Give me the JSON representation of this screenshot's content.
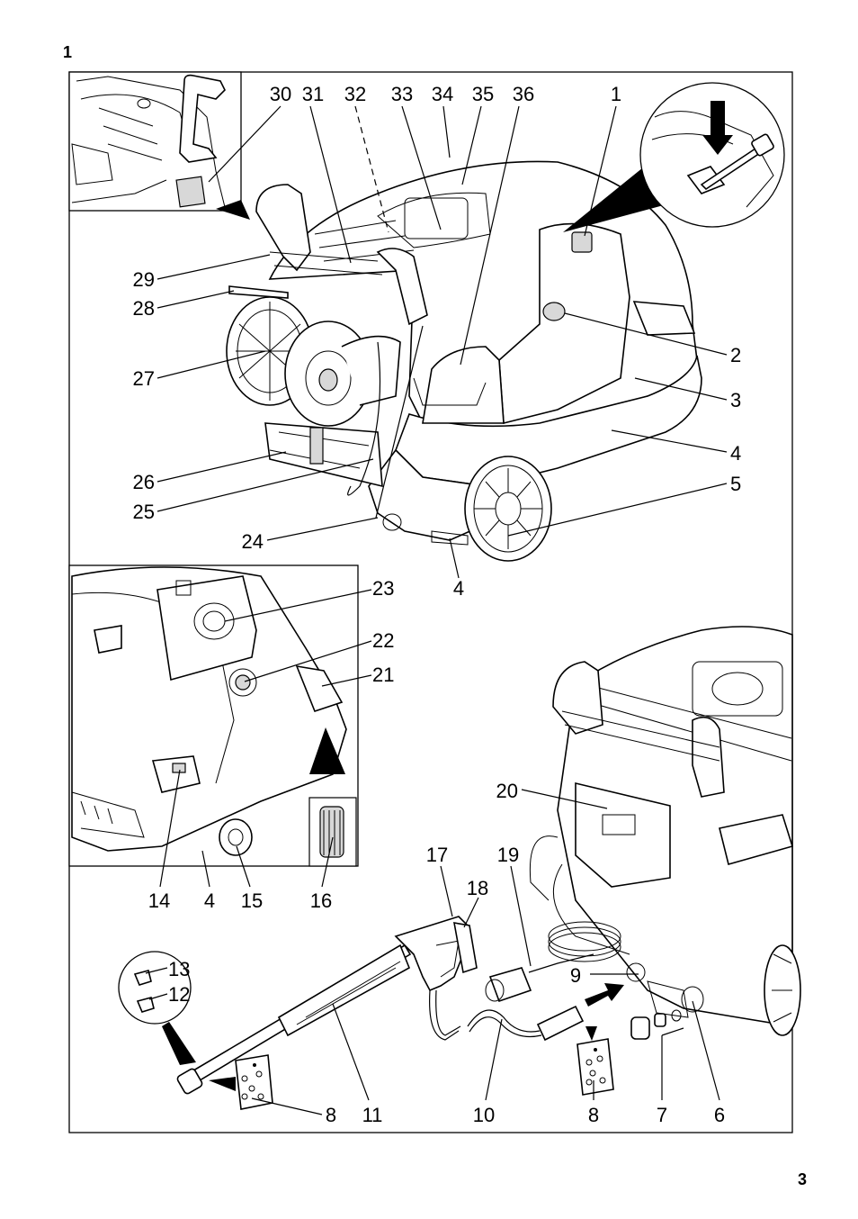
{
  "figure_number": "1",
  "page_number": "3",
  "callouts": [
    {
      "id": "c30",
      "text": "30"
    },
    {
      "id": "c31",
      "text": "31"
    },
    {
      "id": "c32",
      "text": "32"
    },
    {
      "id": "c33",
      "text": "33"
    },
    {
      "id": "c34",
      "text": "34"
    },
    {
      "id": "c35",
      "text": "35"
    },
    {
      "id": "c36",
      "text": "36"
    },
    {
      "id": "c1",
      "text": "1"
    },
    {
      "id": "c29",
      "text": "29"
    },
    {
      "id": "c28",
      "text": "28"
    },
    {
      "id": "c27",
      "text": "27"
    },
    {
      "id": "c2",
      "text": "2"
    },
    {
      "id": "c3",
      "text": "3"
    },
    {
      "id": "c4a",
      "text": "4"
    },
    {
      "id": "c5",
      "text": "5"
    },
    {
      "id": "c26",
      "text": "26"
    },
    {
      "id": "c25",
      "text": "25"
    },
    {
      "id": "c24",
      "text": "24"
    },
    {
      "id": "c4b",
      "text": "4"
    },
    {
      "id": "c23",
      "text": "23"
    },
    {
      "id": "c22",
      "text": "22"
    },
    {
      "id": "c21",
      "text": "21"
    },
    {
      "id": "c20",
      "text": "20"
    },
    {
      "id": "c14",
      "text": "14"
    },
    {
      "id": "c4c",
      "text": "4"
    },
    {
      "id": "c15",
      "text": "15"
    },
    {
      "id": "c16",
      "text": "16"
    },
    {
      "id": "c17",
      "text": "17"
    },
    {
      "id": "c19",
      "text": "19"
    },
    {
      "id": "c18",
      "text": "18"
    },
    {
      "id": "c13",
      "text": "13"
    },
    {
      "id": "c12",
      "text": "12"
    },
    {
      "id": "c9",
      "text": "9"
    },
    {
      "id": "c8a",
      "text": "8"
    },
    {
      "id": "c11",
      "text": "11"
    },
    {
      "id": "c10",
      "text": "10"
    },
    {
      "id": "c8b",
      "text": "8"
    },
    {
      "id": "c7",
      "text": "7"
    },
    {
      "id": "c6",
      "text": "6"
    }
  ]
}
